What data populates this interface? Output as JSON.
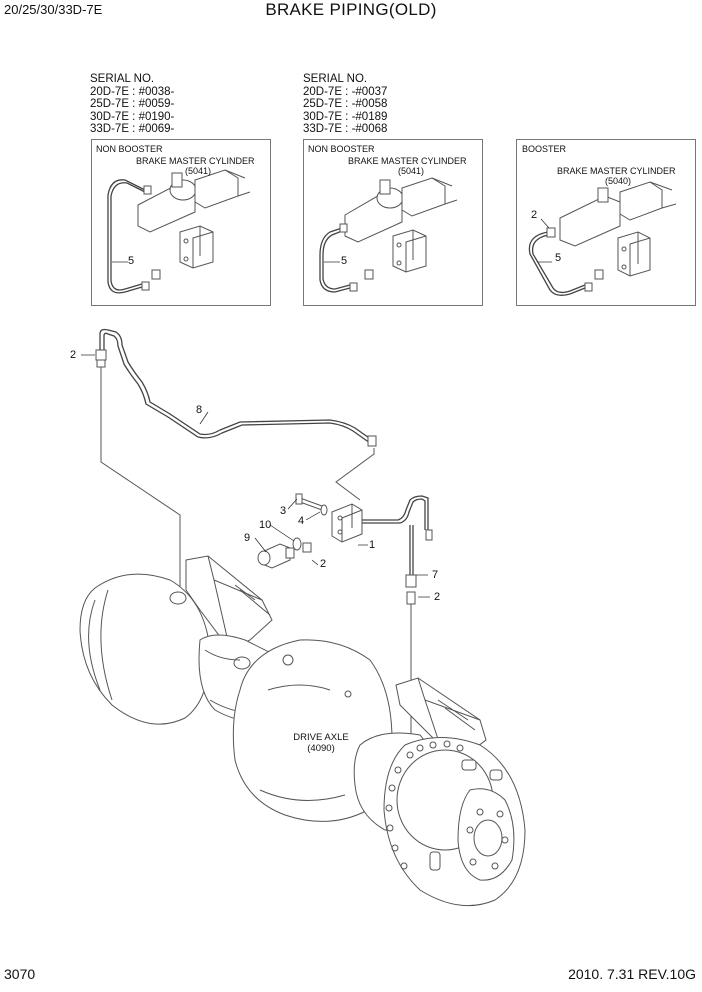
{
  "header": {
    "model": "20/25/30/33D-7E",
    "title": "BRAKE PIPING(OLD)"
  },
  "footer": {
    "page": "3070",
    "date_rev": "2010. 7.31  REV.10G"
  },
  "serial_blocks": [
    {
      "heading": "SERIAL NO.",
      "lines": [
        "20D-7E : #0038-",
        "25D-7E : #0059-",
        "30D-7E : #0190-",
        "33D-7E : #0069-"
      ]
    },
    {
      "heading": "SERIAL NO.",
      "lines": [
        "20D-7E : -#0037",
        "25D-7E : -#0058",
        "30D-7E : -#0189",
        "33D-7E : -#0068"
      ]
    }
  ],
  "panels": [
    {
      "type": "NON BOOSTER",
      "cylinder": "BRAKE MASTER CYLINDER",
      "ref": "(5041)",
      "callouts": [
        "5"
      ]
    },
    {
      "type": "NON BOOSTER",
      "cylinder": "BRAKE MASTER CYLINDER",
      "ref": "(5041)",
      "callouts": [
        "5"
      ]
    },
    {
      "type": "BOOSTER",
      "cylinder": "BRAKE MASTER CYLINDER",
      "ref": "(5040)",
      "callouts": [
        "2",
        "5"
      ]
    }
  ],
  "main_callouts": {
    "c2_left": "2",
    "c8": "8",
    "c3": "3",
    "c4": "4",
    "c10": "10",
    "c9": "9",
    "c1": "1",
    "c2_mid": "2",
    "c7": "7",
    "c2_right": "2"
  },
  "axle": {
    "name": "DRIVE AXLE",
    "ref": "(4090)"
  }
}
